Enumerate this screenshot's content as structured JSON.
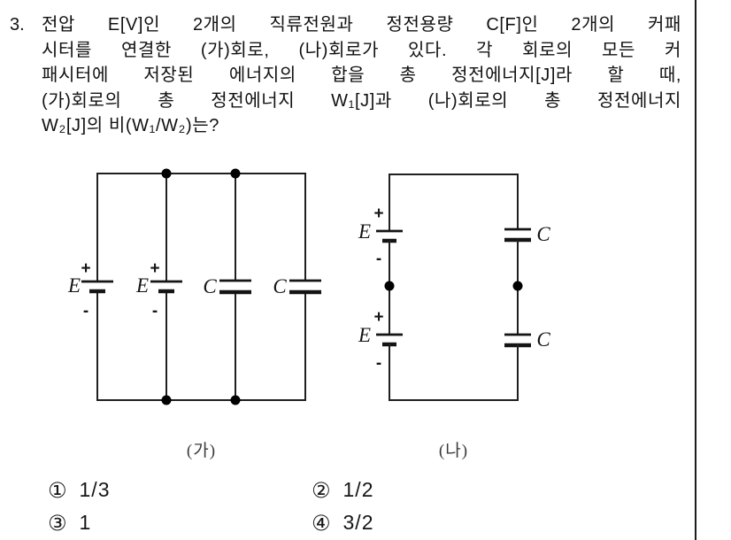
{
  "question": {
    "number": "3.",
    "lines": [
      "전압 E[V]인 2개의 직류전원과 정전용량 C[F]인 2개의 커패",
      "시터를 연결한 (가)회로, (나)회로가 있다. 각 회로의 모든 커",
      "패시터에 저장된 에너지의 합을 총 정전에너지[J]라 할 때,",
      "(가)회로의 총 정전에너지 W₁[J]과 (나)회로의 총 정전에너지",
      "W₂[J]의 비(W₁/W₂)는?"
    ]
  },
  "circuit_ga": {
    "caption": "(가)",
    "source1_label": "E",
    "source2_label": "E",
    "cap1_label": "C",
    "cap2_label": "C",
    "plus": "+",
    "minus": "-"
  },
  "circuit_na": {
    "caption": "(나)",
    "source1_label": "E",
    "source2_label": "E",
    "cap1_label": "C",
    "cap2_label": "C",
    "plus": "+",
    "minus": "-"
  },
  "choices": [
    {
      "marker": "①",
      "text": "1/3"
    },
    {
      "marker": "②",
      "text": "1/2"
    },
    {
      "marker": "③",
      "text": "1"
    },
    {
      "marker": "④",
      "text": "3/2"
    }
  ],
  "colors": {
    "ink": "#111111",
    "wire": "#1f1f1f",
    "background": "#ffffff"
  }
}
